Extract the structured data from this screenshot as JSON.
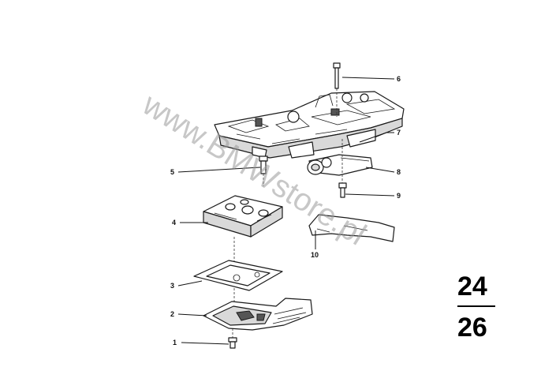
{
  "watermark": "www.BMWstore.pl",
  "group": {
    "top": "24",
    "bottom": "26"
  },
  "callouts": {
    "c1": "1",
    "c2": "2",
    "c3": "3",
    "c4": "4",
    "c5": "5",
    "c6": "6",
    "c7": "7",
    "c8": "8",
    "c9": "9",
    "c10": "10"
  }
}
